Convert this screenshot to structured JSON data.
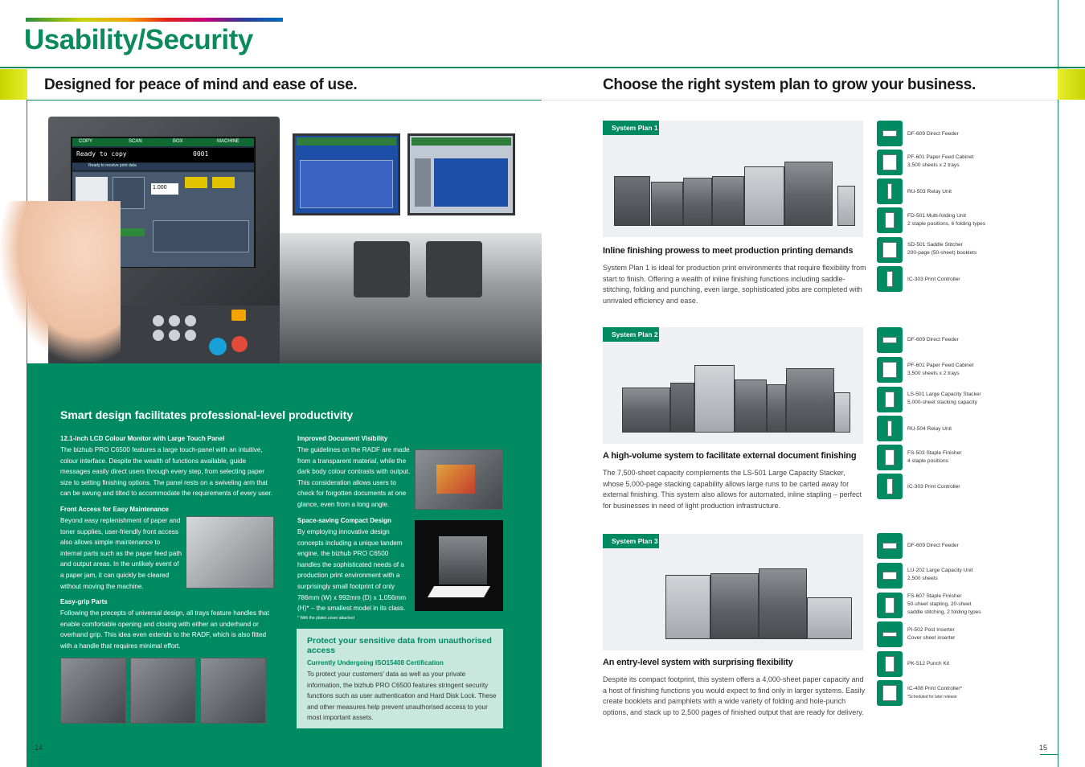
{
  "header": {
    "main_title": "Usability/Security",
    "left_heading": "Designed for peace of mind and ease of use.",
    "right_heading": "Choose the right system plan to grow your business."
  },
  "left_page": {
    "panel_title": "Smart design facilitates professional-level productivity",
    "sections": [
      {
        "title": "12.1-inch LCD Colour Monitor with Large Touch Panel",
        "body": "The bizhub PRO C6500 features a large touch-panel with an intuitive, colour interface. Despite the wealth of functions available, guide messages easily direct users through every step, from selecting paper size to setting finishing options. The panel rests on a swiveling arm that can be swung and tilted to accommodate the requirements of every user."
      },
      {
        "title": "Front Access for Easy Maintenance",
        "body": "Beyond easy replenishment of paper and toner supplies, user-friendly front access also allows simple maintenance to internal parts such as the paper feed path and output areas. In the unlikely event of a paper jam, it can quickly be cleared without moving the machine."
      },
      {
        "title": "Easy-grip Parts",
        "body": "Following the precepts of universal design, all trays feature handles that enable comfortable opening and closing with either an underhand or overhand grip. This idea even extends to the RADF, which is also fitted with a handle that requires minimal effort."
      },
      {
        "title": "Improved Document Visibility",
        "body": "The guidelines on the RADF are made from a transparent material, while the dark body colour contrasts with output. This consideration allows users to check for forgotten documents at one glance, even from a long angle."
      },
      {
        "title": "Space-saving Compact Design",
        "body": "By employing innovative design concepts including a unique tandem engine, the bizhub PRO C6500 handles the sophisticated needs of a production print environment with a surprisingly small footprint of only 786mm (W) x 992mm (D) x 1,056mm (H)* – the smallest model in its class."
      }
    ],
    "footnote": "* With the platen cover attached",
    "protect": {
      "title": "Protect your sensitive data from unauthorised access",
      "subtitle": "Currently Undergoing ISO15408 Certification",
      "body": "To protect your customers' data as well as your private information, the bizhub PRO C6500 features stringent security functions such as user authentication and Hard Disk Lock. These and other measures help prevent unauthorised access to your most important assets."
    },
    "page_number": "14",
    "screen": {
      "status": "Ready to copy",
      "set_number": "0001",
      "message": "Ready to receive print data",
      "quantity": "1.000",
      "tabs": [
        "COPY",
        "SCAN",
        "BOX",
        "MACHINE"
      ]
    }
  },
  "right_page": {
    "page_number": "15",
    "plans": [
      {
        "label": "System Plan 1",
        "heading": "Inline finishing prowess to meet production printing demands",
        "body": "System Plan 1 is ideal for production print environments that require flexibility from start to finish. Offering a wealth of inline finishing functions including saddle-stitching, folding and punching, even large, sophisticated jobs are completed with unrivaled efficiency and ease.",
        "options": [
          {
            "icon": "feeder-icon",
            "lines": [
              "DF-609 Direct Feeder"
            ]
          },
          {
            "icon": "paper-cabinet-icon",
            "lines": [
              "PF-601 Paper Feed Cabinet",
              "3,500 sheets x 2 trays"
            ]
          },
          {
            "icon": "relay-unit-icon",
            "lines": [
              "RU-503 Relay Unit"
            ]
          },
          {
            "icon": "folding-unit-icon",
            "lines": [
              "FD-501 Multi-folding Unit",
              "2 staple positions, 6 folding types"
            ]
          },
          {
            "icon": "saddle-stitcher-icon",
            "lines": [
              "SD-501 Saddle Stitcher",
              "200-page (50-sheet) booklets"
            ]
          },
          {
            "icon": "print-controller-icon",
            "lines": [
              "IC-303 Print Controller"
            ]
          }
        ]
      },
      {
        "label": "System Plan 2",
        "heading": "A high-volume system to facilitate external document finishing",
        "body": "The 7,500-sheet capacity complements the LS-501 Large Capacity Stacker, whose 5,000-page stacking capability allows large runs to be carted away for external finishing. This system also allows for automated, inline stapling – perfect for businesses in need of light production infrastructure.",
        "options": [
          {
            "icon": "feeder-icon",
            "lines": [
              "DF-609 Direct Feeder"
            ]
          },
          {
            "icon": "paper-cabinet-icon",
            "lines": [
              "PF-601 Paper Feed Cabinet",
              "3,500 sheets x 2 trays"
            ]
          },
          {
            "icon": "stacker-icon",
            "lines": [
              "LS-501 Large Capacity Stacker",
              "5,000-sheet stacking capacity"
            ]
          },
          {
            "icon": "relay-unit-icon",
            "lines": [
              "RU-504 Relay Unit"
            ]
          },
          {
            "icon": "staple-finisher-icon",
            "lines": [
              "FS-503 Staple Finisher",
              "4 staple positions"
            ]
          },
          {
            "icon": "print-controller-icon",
            "lines": [
              "IC-303 Print Controller"
            ]
          }
        ]
      },
      {
        "label": "System Plan 3",
        "heading": "An entry-level system with surprising flexibility",
        "body": "Despite its compact footprint, this system offers a 4,000-sheet paper capacity and a host of finishing functions you would expect to find only in larger systems. Easily create booklets and pamphlets with a wide variety of folding and hole-punch options, and stack up to 2,500 pages of finished output that are ready for delivery.",
        "options": [
          {
            "icon": "feeder-icon",
            "lines": [
              "DF-609 Direct Feeder"
            ]
          },
          {
            "icon": "large-capacity-unit-icon",
            "lines": [
              "LU-202 Large Capacity Unit",
              "2,500 sheets"
            ]
          },
          {
            "icon": "staple-finisher-icon",
            "lines": [
              "FS-607 Staple Finisher",
              "50-sheet stapling, 20-sheet",
              "saddle stitching, 2 folding types"
            ]
          },
          {
            "icon": "post-inserter-icon",
            "lines": [
              "PI-502 Post Inserter",
              "Cover sheet inserter"
            ]
          },
          {
            "icon": "punch-kit-icon",
            "lines": [
              "PK-512 Punch Kit"
            ]
          },
          {
            "icon": "print-controller-icon",
            "lines": [
              "IC-408 Print Controller*"
            ],
            "note": "*Scheduled for later release"
          }
        ]
      }
    ]
  },
  "colors": {
    "brand_green": "#008a61",
    "title_green": "#0b8a5c",
    "accent_yellow": "#c8d400",
    "box_tint": "#c9e8dd"
  }
}
